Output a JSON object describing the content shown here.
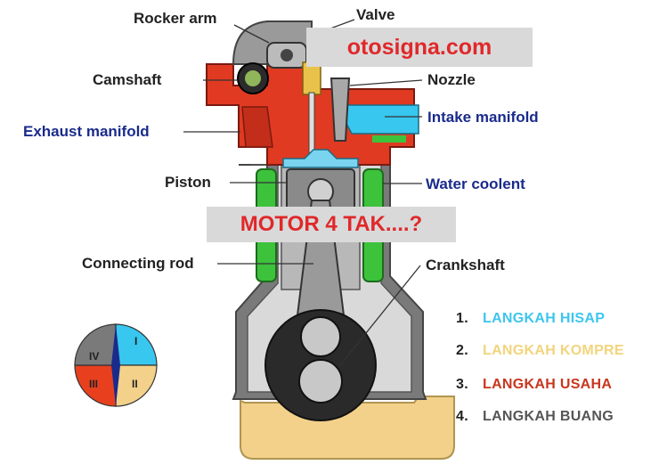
{
  "watermark": "otosigna.com",
  "headline": "MOTOR 4 TAK....?",
  "labels": {
    "rocker_arm": "Rocker arm",
    "valve": "Valve",
    "camshaft": "Camshaft",
    "nozzle": "Nozzle",
    "exhaust_manifold": "Exhaust manifold",
    "intake_manifold": "Intake manifold",
    "piston": "Piston",
    "water_coolent": "Water coolent",
    "connecting_rod": "Connecting rod",
    "crankshaft": "Crankshaft"
  },
  "steps": [
    {
      "num": "1.",
      "text": "LANGKAH HISAP",
      "color": "#3ec6ee"
    },
    {
      "num": "2.",
      "text": "LANGKAH KOMPRE",
      "color": "#f2d47c"
    },
    {
      "num": "3.",
      "text": "LANGKAH USAHA",
      "color": "#c8361e"
    },
    {
      "num": "4.",
      "text": "LANGKAH BUANG",
      "color": "#555555"
    }
  ],
  "cycle_quadrants": [
    "I",
    "II",
    "III",
    "IV"
  ],
  "colors": {
    "head": "#e03a22",
    "water": "#3dc23c",
    "intake_air": "#38c7ee",
    "block": "#6a6a6a",
    "oil": "#f3d18a",
    "crank": "#1f1f1f",
    "label_blue": "#1a2b8c",
    "banner_red": "#e0282a"
  }
}
